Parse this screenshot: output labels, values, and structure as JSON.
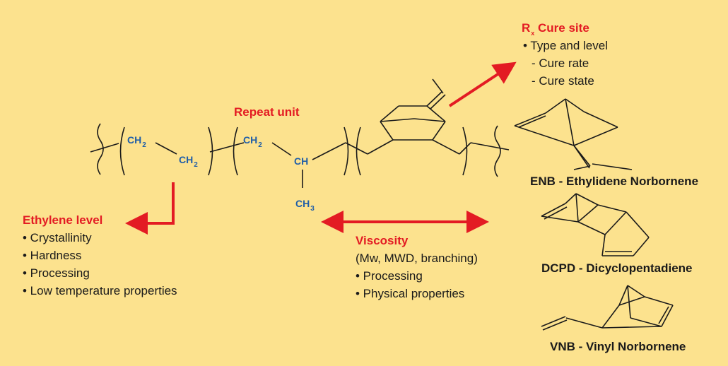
{
  "colors": {
    "background": "#fce28e",
    "accent_red": "#e31b23",
    "formula_blue": "#1f5ea8",
    "line": "#1a1a1a"
  },
  "repeat_unit": {
    "label": "Repeat unit"
  },
  "groups": {
    "ch2_a": {
      "main": "CH",
      "sub": "2"
    },
    "ch2_b": {
      "main": "CH",
      "sub": "2"
    },
    "ch2_c": {
      "main": "CH",
      "sub": "2"
    },
    "ch": {
      "main": "CH"
    },
    "ch3": {
      "main": "CH",
      "sub": "3"
    }
  },
  "cure_site": {
    "title_r": "R",
    "title_sub": "x",
    "title_rest": " Cure site",
    "items": [
      "• Type and level",
      "- Cure rate",
      "- Cure state"
    ]
  },
  "ethylene": {
    "title": "Ethylene level",
    "items": [
      "• Crystallinity",
      "• Hardness",
      "• Processing",
      "• Low temperature properties"
    ]
  },
  "viscosity": {
    "title": "Viscosity",
    "items": [
      "(Mw, MWD, branching)",
      "• Processing",
      "• Physical properties"
    ]
  },
  "dienes": [
    {
      "label": "ENB - Ethylidene Norbornene"
    },
    {
      "label": "DCPD - Dicyclopentadiene"
    },
    {
      "label": "VNB - Vinyl Norbornene"
    }
  ]
}
